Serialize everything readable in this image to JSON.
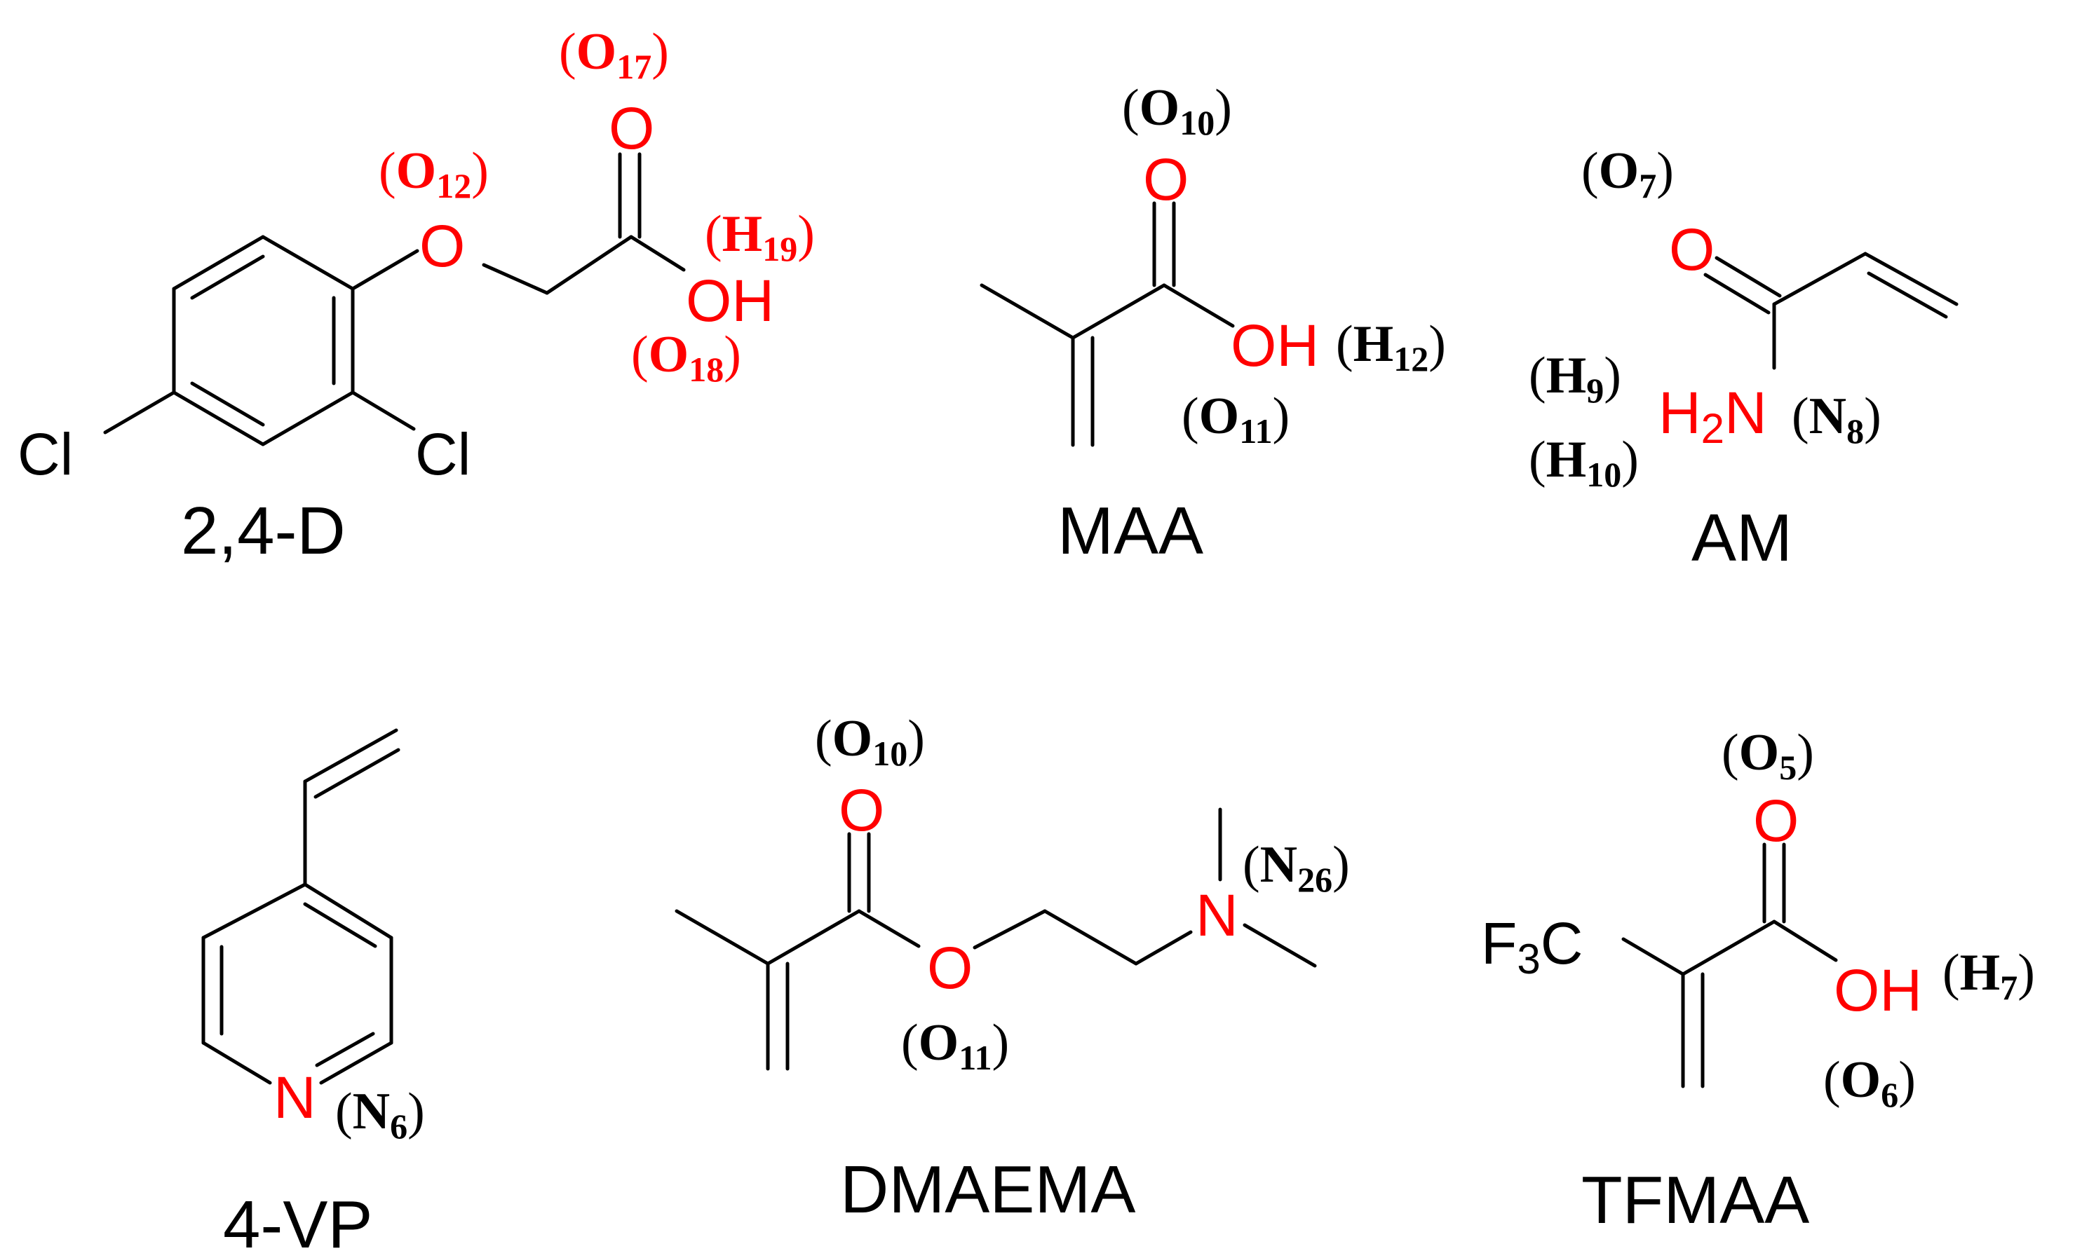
{
  "colors": {
    "heteroatom": "#ff0000",
    "carbon": "#000000",
    "background": "#ffffff"
  },
  "molecules": {
    "d24": {
      "name": "2,4-D",
      "atoms": {
        "o_ether": "O",
        "o_carbonyl": "O",
        "oh": "OH",
        "cl_left": "Cl",
        "cl_right": "Cl"
      },
      "labels": {
        "o17": {
          "open": "(",
          "sym": "O",
          "sub": "17",
          "close": ")"
        },
        "o12": {
          "open": "(",
          "sym": "O",
          "sub": "12",
          "close": ")"
        },
        "h19": {
          "open": "(",
          "sym": "H",
          "sub": "19",
          "close": ")"
        },
        "o18": {
          "open": "(",
          "sym": "O",
          "sub": "18",
          "close": ")"
        }
      }
    },
    "maa": {
      "name": "MAA",
      "atoms": {
        "o_carbonyl": "O",
        "oh": "OH"
      },
      "labels": {
        "o10": {
          "open": "(",
          "sym": "O",
          "sub": "10",
          "close": ")"
        },
        "h12": {
          "open": "(",
          "sym": "H",
          "sub": "12",
          "close": ")"
        },
        "o11": {
          "open": "(",
          "sym": "O",
          "sub": "11",
          "close": ")"
        }
      }
    },
    "am": {
      "name": "AM",
      "atoms": {
        "o_carbonyl": "O",
        "h": "H",
        "h_sub": "2",
        "n": "N"
      },
      "labels": {
        "o7": {
          "open": "(",
          "sym": "O",
          "sub": "7",
          "close": ")"
        },
        "h9": {
          "open": "(",
          "sym": "H",
          "sub": "9",
          "close": ")"
        },
        "h10": {
          "open": "(",
          "sym": "H",
          "sub": "10",
          "close": ")"
        },
        "n8": {
          "open": "(",
          "sym": "N",
          "sub": "8",
          "close": ")"
        }
      }
    },
    "vp4": {
      "name": "4-VP",
      "atoms": {
        "n": "N"
      },
      "labels": {
        "n6": {
          "open": "(",
          "sym": "N",
          "sub": "6",
          "close": ")"
        }
      }
    },
    "dmaema": {
      "name": "DMAEMA",
      "atoms": {
        "o_carbonyl": "O",
        "o_ester": "O",
        "n": "N"
      },
      "labels": {
        "o10": {
          "open": "(",
          "sym": "O",
          "sub": "10",
          "close": ")"
        },
        "o11": {
          "open": "(",
          "sym": "O",
          "sub": "11",
          "close": ")"
        },
        "n26": {
          "open": "(",
          "sym": "N",
          "sub": "26",
          "close": ")"
        }
      }
    },
    "tfmaa": {
      "name": "TFMAA",
      "atoms": {
        "f": "F",
        "f_sub": "3",
        "c": "C",
        "o_carbonyl": "O",
        "oh": "OH"
      },
      "labels": {
        "o5": {
          "open": "(",
          "sym": "O",
          "sub": "5",
          "close": ")"
        },
        "h7": {
          "open": "(",
          "sym": "H",
          "sub": "7",
          "close": ")"
        },
        "o6": {
          "open": "(",
          "sym": "O",
          "sub": "6",
          "close": ")"
        }
      }
    }
  }
}
